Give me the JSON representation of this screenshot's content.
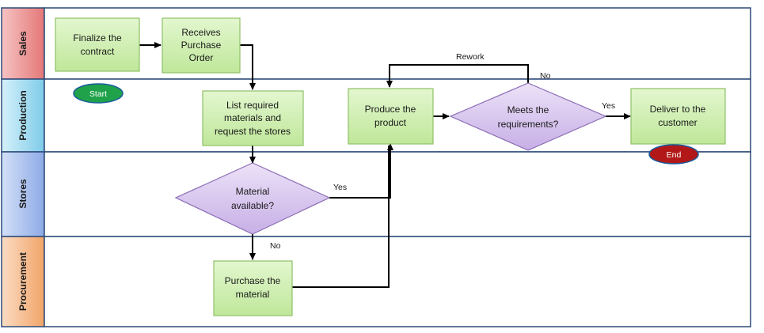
{
  "lanes": {
    "sales": "Sales",
    "production": "Production",
    "stores": "Stores",
    "procurement": "Procurement"
  },
  "nodes": {
    "finalize": [
      "Finalize the",
      "contract"
    ],
    "receives": [
      "Receives",
      "Purchase",
      "Order"
    ],
    "list": [
      "List required",
      "materials and",
      "request the stores"
    ],
    "material": [
      "Material",
      "available?"
    ],
    "purchase": [
      "Purchase the",
      "material"
    ],
    "produce": [
      "Produce the",
      "product"
    ],
    "meets": [
      "Meets the",
      "requirements?"
    ],
    "deliver": [
      "Deliver to the",
      "customer"
    ]
  },
  "terminals": {
    "start": "Start",
    "end": "End"
  },
  "edge_labels": {
    "rework": "Rework",
    "no_top": "No",
    "yes_right": "Yes",
    "yes_stores": "Yes",
    "no_stores": "No"
  },
  "colors": {
    "process_fill": "#cdeeaa",
    "process_stroke": "#8fc069",
    "decision_fill": "#d9c6ee",
    "decision_stroke": "#8a6cb5",
    "start_fill": "#1fa24a",
    "end_fill": "#b21818",
    "lane_border": "#2b4a78",
    "lane_header_sales": "#ec8f8f",
    "lane_header_production": "#9fd9ef",
    "lane_header_stores": "#a7bfee",
    "lane_header_procurement": "#f4b98c"
  }
}
